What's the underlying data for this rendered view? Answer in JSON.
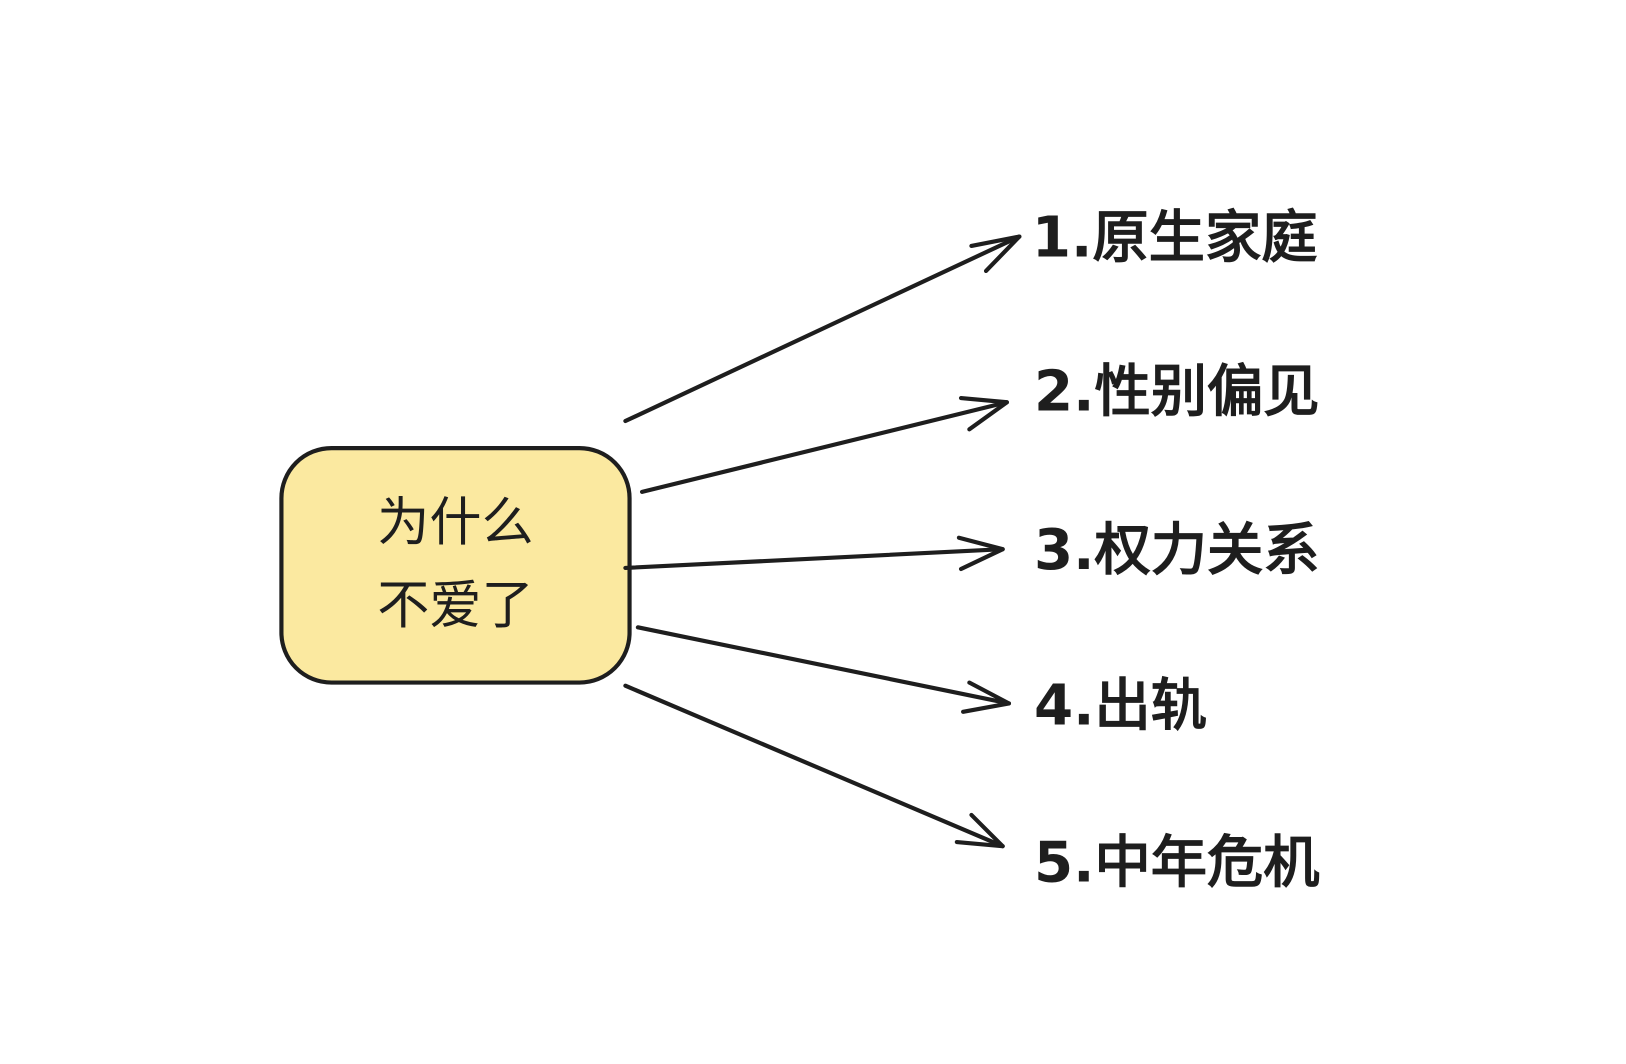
{
  "center_node": {
    "lines": [
      "为什么",
      "不爱了"
    ],
    "fill_color": "#fbe9a0",
    "stroke_color": "#1e1e1e"
  },
  "branches": [
    {
      "label": "1.原生家庭"
    },
    {
      "label": "2.性别偏见"
    },
    {
      "label": "3.权力关系"
    },
    {
      "label": "4.出轨"
    },
    {
      "label": "5.中年危机"
    }
  ]
}
